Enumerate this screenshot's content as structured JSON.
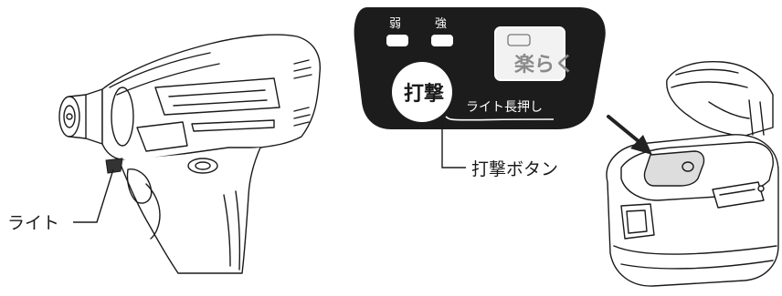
{
  "labels": {
    "light": "ライト",
    "hit_button": "打撃ボタン"
  },
  "panel": {
    "weak": "弱",
    "strong": "強",
    "hit_button_text": "打撃",
    "light_hold": "ライト長押し",
    "raku_mode": "楽らく"
  },
  "colors": {
    "outline": "#1a1a1a",
    "panel_bg": "#1c1c1c",
    "indicator": "#ffffff",
    "mode_button_fill": "#f2f2f2",
    "mode_text": "#8a8a8a",
    "arrow": "#222222"
  }
}
